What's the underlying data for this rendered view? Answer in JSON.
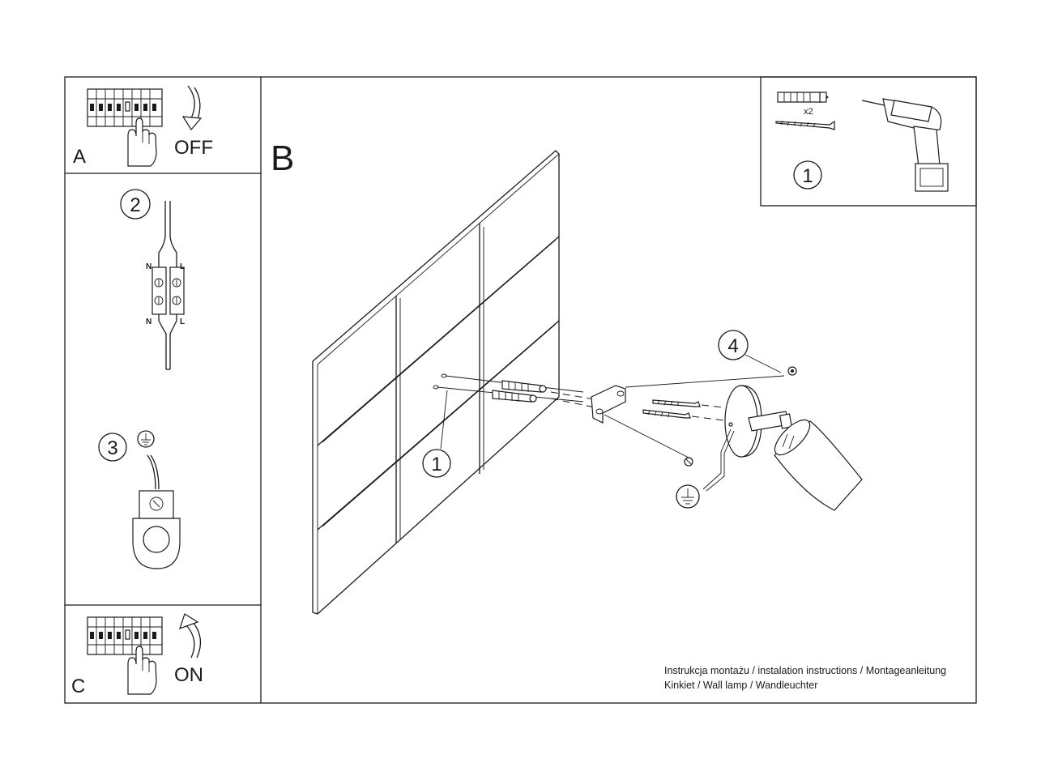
{
  "panels": {
    "a": {
      "letter": "A",
      "action": "OFF"
    },
    "b": {
      "letter": "B"
    },
    "c": {
      "letter": "C",
      "action": "ON"
    }
  },
  "steps": {
    "tools": {
      "number": "1",
      "multiplier": "x2"
    },
    "wiring": {
      "number": "2",
      "neutral": "N",
      "live": "L"
    },
    "ground": {
      "number": "3"
    },
    "wall": {
      "number": "1"
    },
    "lamp": {
      "number": "4"
    }
  },
  "footer": {
    "line1": "Instrukcja montażu / instalation instructions / Montageanleitung",
    "line2": "Kinkiet / Wall lamp / Wandleuchter"
  },
  "icons": [
    "circuit-breaker-icon",
    "hand-icon",
    "arrow-down-icon",
    "arrow-up-icon",
    "drill-icon",
    "wall-plug-icon",
    "screw-icon",
    "terminal-block-icon",
    "ground-symbol-icon",
    "wall-lamp-icon"
  ]
}
